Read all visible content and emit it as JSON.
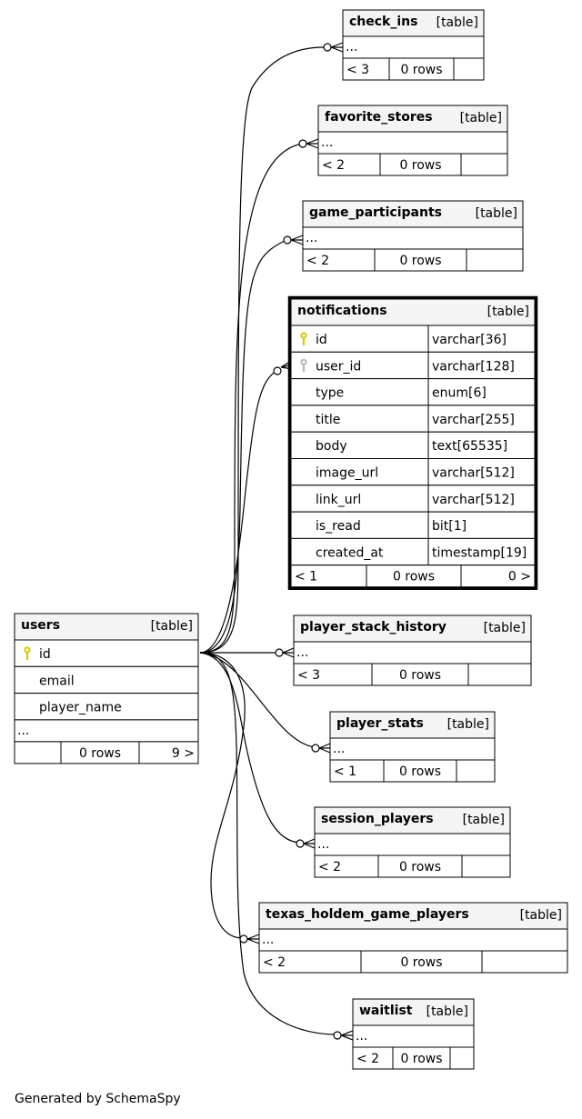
{
  "footer": "Generated by SchemaSpy",
  "colors": {
    "pk_key": "#d4c800",
    "fk_key": "#b8b8b8",
    "header_bg": "#f4f4f4"
  },
  "tables": [
    {
      "id": "check_ins",
      "name": "check_ins",
      "kind": "[table]",
      "ellipsis": "...",
      "stats": {
        "parents": "< 3",
        "rows": "0 rows",
        "children": ""
      }
    },
    {
      "id": "favorite_stores",
      "name": "favorite_stores",
      "kind": "[table]",
      "ellipsis": "...",
      "stats": {
        "parents": "< 2",
        "rows": "0 rows",
        "children": ""
      }
    },
    {
      "id": "game_participants",
      "name": "game_participants",
      "kind": "[table]",
      "ellipsis": "...",
      "stats": {
        "parents": "< 2",
        "rows": "0 rows",
        "children": ""
      }
    },
    {
      "id": "notifications",
      "name": "notifications",
      "kind": "[table]",
      "focus": true,
      "columns": [
        {
          "name": "id",
          "type": "varchar[36]",
          "key": "pk"
        },
        {
          "name": "user_id",
          "type": "varchar[128]",
          "key": "fk"
        },
        {
          "name": "type",
          "type": "enum[6]",
          "key": ""
        },
        {
          "name": "title",
          "type": "varchar[255]",
          "key": ""
        },
        {
          "name": "body",
          "type": "text[65535]",
          "key": ""
        },
        {
          "name": "image_url",
          "type": "varchar[512]",
          "key": ""
        },
        {
          "name": "link_url",
          "type": "varchar[512]",
          "key": ""
        },
        {
          "name": "is_read",
          "type": "bit[1]",
          "key": ""
        },
        {
          "name": "created_at",
          "type": "timestamp[19]",
          "key": ""
        }
      ],
      "stats": {
        "parents": "< 1",
        "rows": "0 rows",
        "children": "0 >"
      }
    },
    {
      "id": "users",
      "name": "users",
      "kind": "[table]",
      "columns": [
        {
          "name": "id",
          "key": "pk"
        },
        {
          "name": "email",
          "key": ""
        },
        {
          "name": "player_name",
          "key": ""
        }
      ],
      "ellipsis": "...",
      "stats": {
        "parents": "",
        "rows": "0 rows",
        "children": "9 >"
      }
    },
    {
      "id": "player_stack_history",
      "name": "player_stack_history",
      "kind": "[table]",
      "ellipsis": "...",
      "stats": {
        "parents": "< 3",
        "rows": "0 rows",
        "children": ""
      }
    },
    {
      "id": "player_stats",
      "name": "player_stats",
      "kind": "[table]",
      "ellipsis": "...",
      "stats": {
        "parents": "< 1",
        "rows": "0 rows",
        "children": ""
      }
    },
    {
      "id": "session_players",
      "name": "session_players",
      "kind": "[table]",
      "ellipsis": "...",
      "stats": {
        "parents": "< 2",
        "rows": "0 rows",
        "children": ""
      }
    },
    {
      "id": "texas_holdem_game_players",
      "name": "texas_holdem_game_players",
      "kind": "[table]",
      "ellipsis": "...",
      "stats": {
        "parents": "< 2",
        "rows": "0 rows",
        "children": ""
      }
    },
    {
      "id": "waitlist",
      "name": "waitlist",
      "kind": "[table]",
      "ellipsis": "...",
      "stats": {
        "parents": "< 2",
        "rows": "0 rows",
        "children": ""
      }
    }
  ],
  "relationships": [
    {
      "from": "users.id",
      "to": "check_ins"
    },
    {
      "from": "users.id",
      "to": "favorite_stores"
    },
    {
      "from": "users.id",
      "to": "game_participants"
    },
    {
      "from": "users.id",
      "to": "notifications.user_id"
    },
    {
      "from": "users.id",
      "to": "player_stack_history"
    },
    {
      "from": "users.id",
      "to": "player_stats"
    },
    {
      "from": "users.id",
      "to": "session_players"
    },
    {
      "from": "users.id",
      "to": "texas_holdem_game_players"
    },
    {
      "from": "users.id",
      "to": "waitlist"
    }
  ]
}
